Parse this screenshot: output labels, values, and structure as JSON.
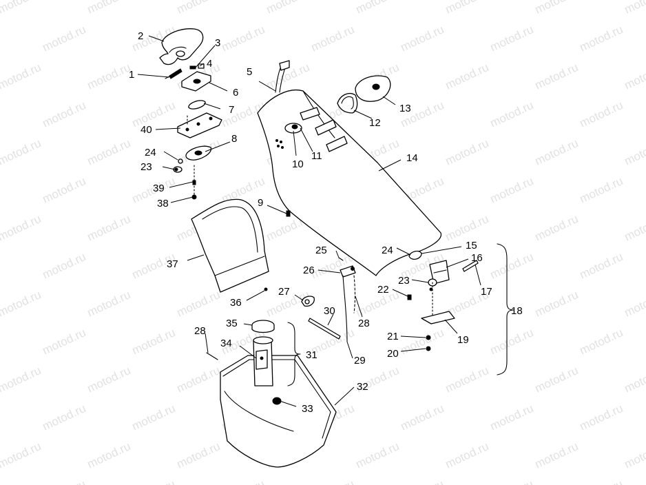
{
  "watermark": "motod.ru",
  "callouts": {
    "c1": "1",
    "c2": "2",
    "c3": "3",
    "c4": "4",
    "c5": "5",
    "c6": "6",
    "c7": "7",
    "c8": "8",
    "c9": "9",
    "c10": "10",
    "c11": "11",
    "c12": "12",
    "c13": "13",
    "c14": "14",
    "c15": "15",
    "c16": "16",
    "c17": "17",
    "c18": "18",
    "c19": "19",
    "c20": "20",
    "c21": "21",
    "c22a": "22",
    "c23a": "23",
    "c23b": "23",
    "c24a": "24",
    "c24b": "24",
    "c25": "25",
    "c26": "26",
    "c27": "27",
    "c28a": "28",
    "c28b": "28",
    "c29": "29",
    "c30": "30",
    "c31": "31",
    "c32": "32",
    "c33": "33",
    "c34": "34",
    "c35": "35",
    "c36": "36",
    "c37": "37",
    "c38": "38",
    "c39": "39",
    "c40": "40"
  }
}
